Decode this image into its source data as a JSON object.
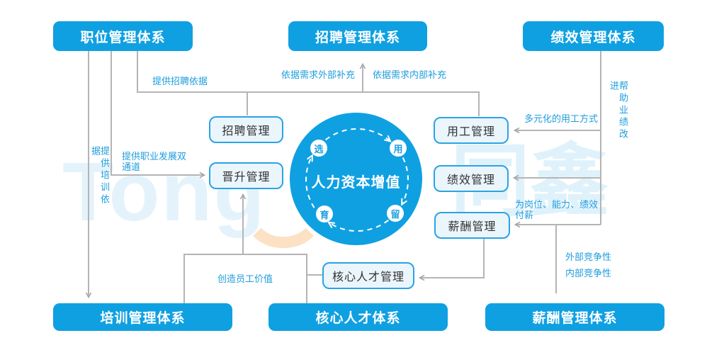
{
  "banners": {
    "top": [
      "职位管理体系",
      "招聘管理体系",
      "绩效管理体系"
    ],
    "bottom": [
      "培训管理体系",
      "核心人才体系",
      "薪酬管理体系"
    ]
  },
  "modules": {
    "recruitment": "招聘管理",
    "promotion": "晋升管理",
    "employment": "用工管理",
    "performance": "绩效管理",
    "compensation": "薪酬管理",
    "core_talent": "核心人才管理"
  },
  "center": {
    "title": "人力资本增值",
    "cycle": [
      "选",
      "用",
      "育",
      "留"
    ]
  },
  "labels": {
    "provide_recruit_basis": "提供招聘依据",
    "external_supplement": "依据需求外部补充",
    "internal_supplement": "依据需求内部补充",
    "provide_training_basis": "提供培训依据",
    "dual_career_channel": "提供职业发展双通道",
    "diverse_employment": "多元化的用工方式",
    "help_performance_improve": "帮助业绩改进",
    "pay_for_position_ability_performance": "为岗位、能力、绩效付薪",
    "external_competitiveness": "外部竞争性",
    "internal_competitiveness": "内部竞争性",
    "create_employee_value": "创造员工价值"
  },
  "watermark": {
    "latin": "Tong",
    "cjk": "同鑫"
  },
  "colors": {
    "primary_blue": "#0fa0e2",
    "label_blue": "#1e9ddd",
    "connector_gray": "#b4b4b4",
    "box_border": "#2ba3e3",
    "box_fill": "#eaf5fc",
    "text_dark": "#333333",
    "watermark_orange": "#f6a93d"
  }
}
